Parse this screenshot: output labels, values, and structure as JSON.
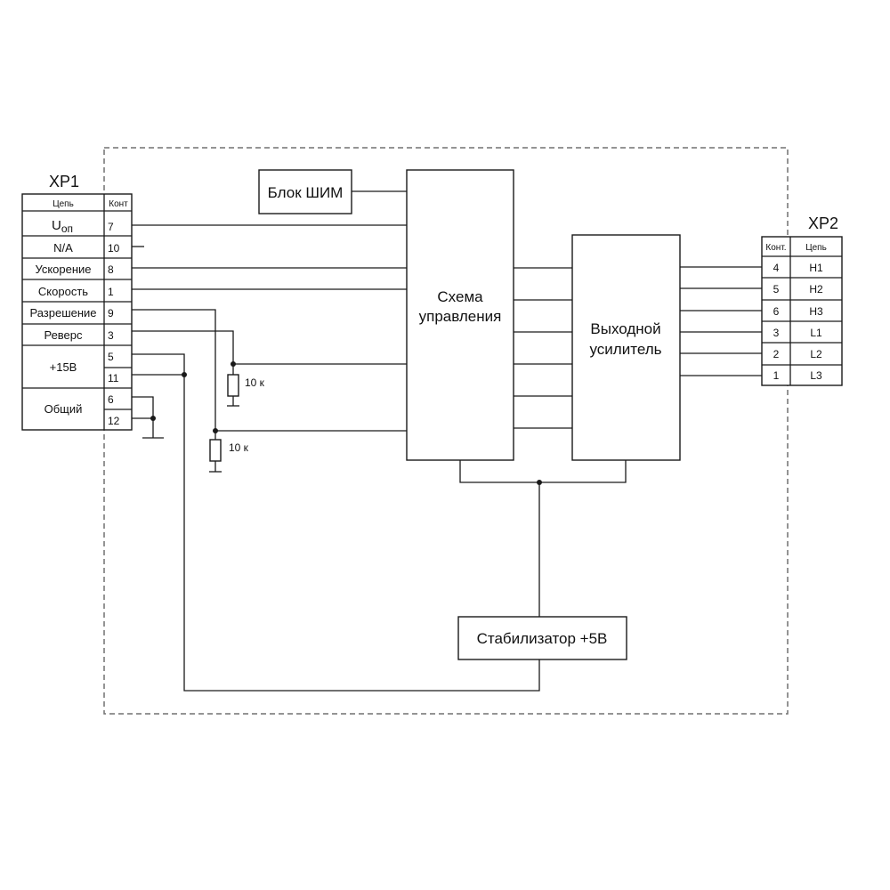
{
  "xp1": {
    "title": "XP1",
    "header_circuit": "Цепь",
    "header_contact": "Конт",
    "rows": [
      {
        "circuit": "U",
        "circuit_sub": "оп",
        "pins": [
          "7"
        ]
      },
      {
        "circuit": "N/A",
        "pins": [
          "10"
        ]
      },
      {
        "circuit": "Ускорение",
        "pins": [
          "8"
        ]
      },
      {
        "circuit": "Скорость",
        "pins": [
          "1"
        ]
      },
      {
        "circuit": "Разрешение",
        "pins": [
          "9"
        ]
      },
      {
        "circuit": "Реверс",
        "pins": [
          "3"
        ]
      },
      {
        "circuit": "+15В",
        "pins": [
          "5",
          "11"
        ]
      },
      {
        "circuit": "Общий",
        "pins": [
          "6",
          "12"
        ]
      }
    ]
  },
  "xp2": {
    "title": "XP2",
    "header_contact": "Конт.",
    "header_circuit": "Цепь",
    "rows": [
      {
        "pin": "4",
        "circuit": "H1"
      },
      {
        "pin": "5",
        "circuit": "H2"
      },
      {
        "pin": "6",
        "circuit": "H3"
      },
      {
        "pin": "3",
        "circuit": "L1"
      },
      {
        "pin": "2",
        "circuit": "L2"
      },
      {
        "pin": "1",
        "circuit": "L3"
      }
    ]
  },
  "blocks": {
    "pwm": "Блок ШИМ",
    "control_line1": "Схема",
    "control_line2": "управления",
    "amp_line1": "Выходной",
    "amp_line2": "усилитель",
    "stabilizer": "Стабилизатор +5В"
  },
  "resistors": {
    "r1": "10 к",
    "r2": "10 к"
  }
}
